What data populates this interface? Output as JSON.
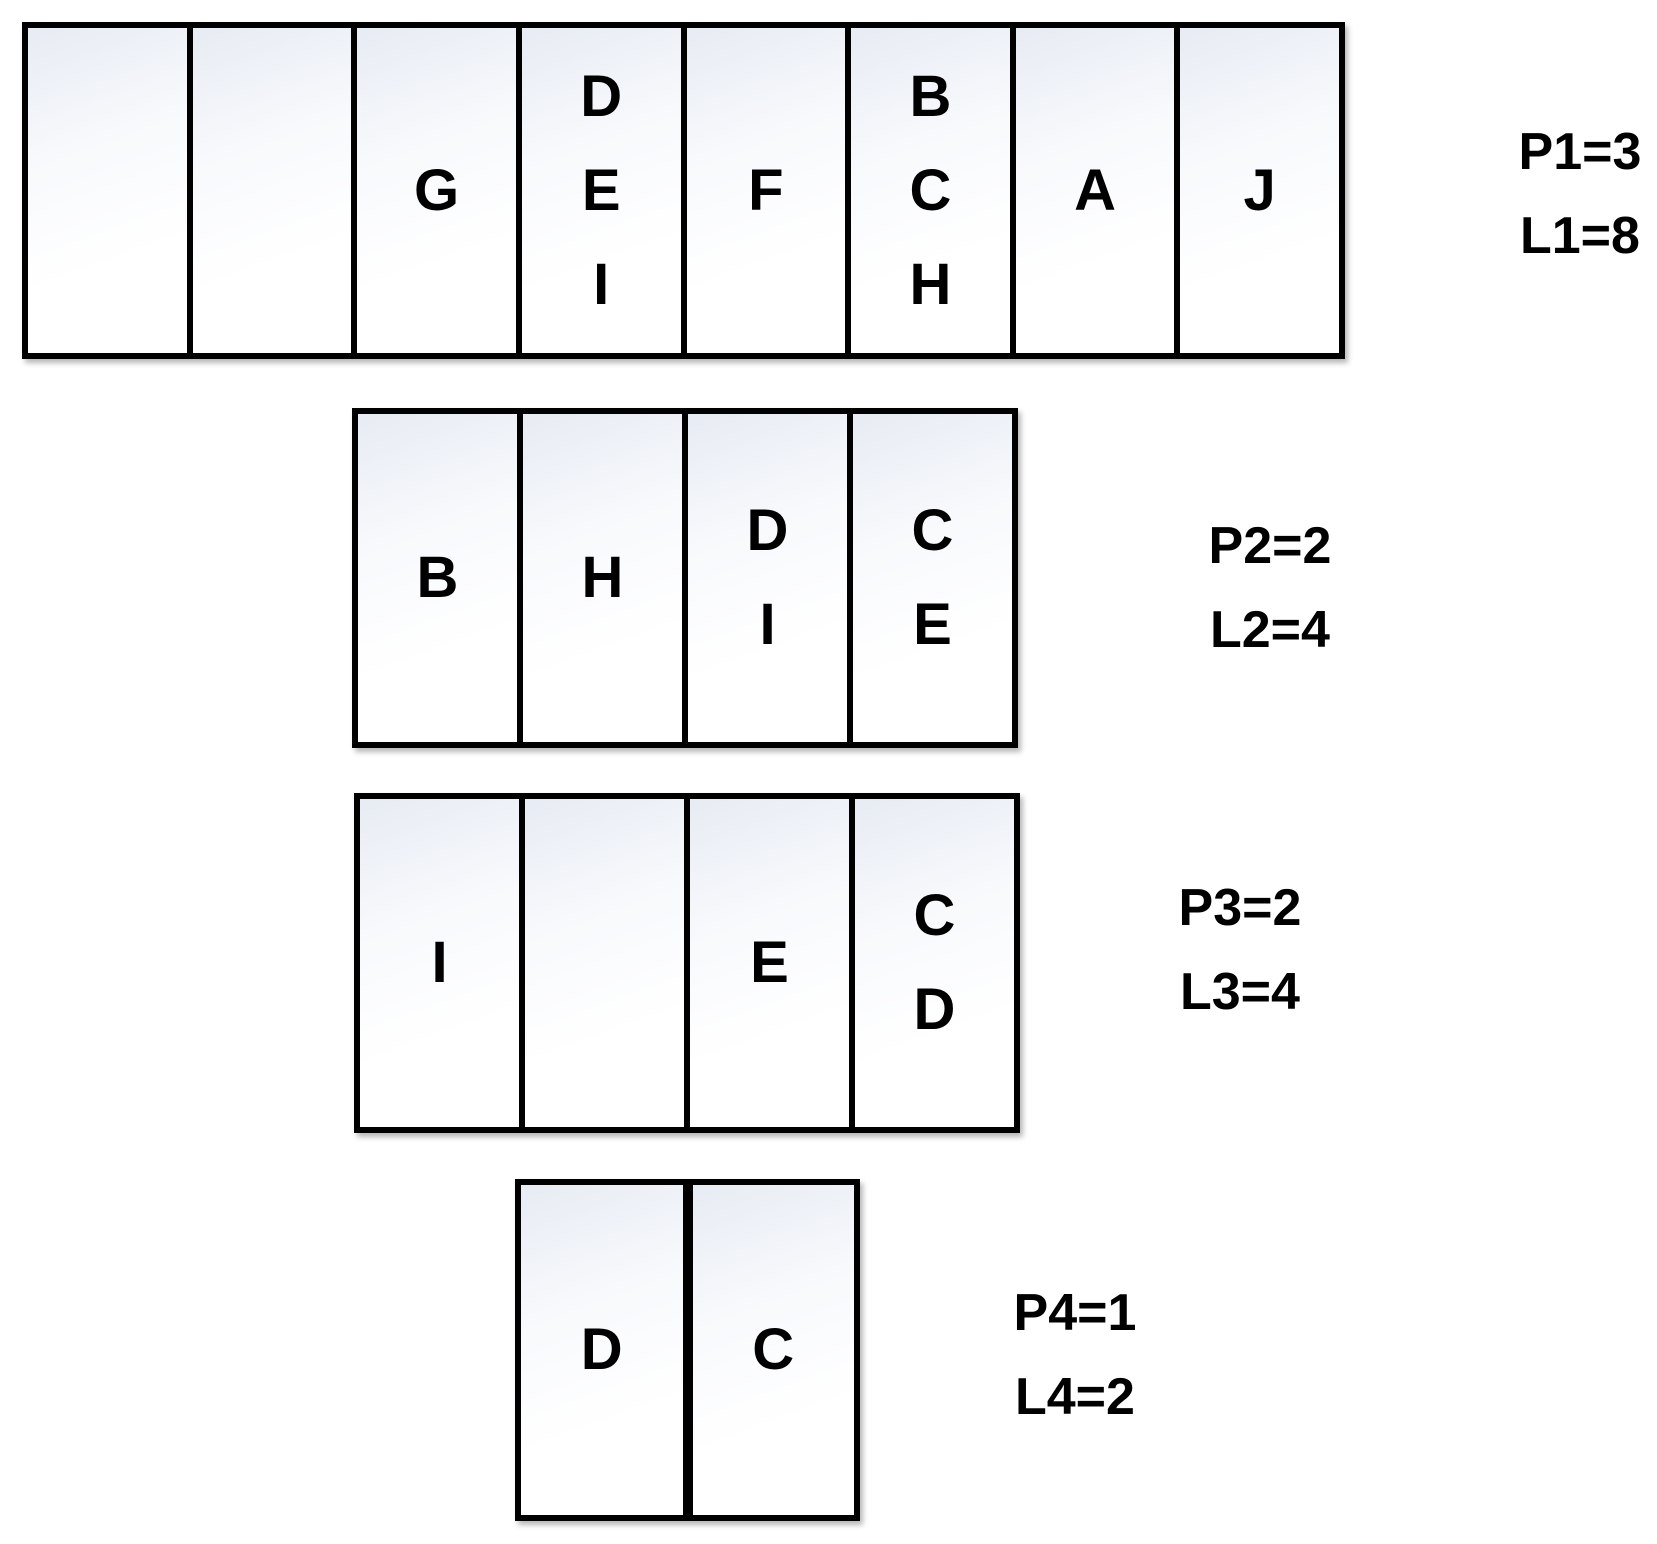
{
  "levels": [
    {
      "buckets": [
        [],
        [],
        [
          "G"
        ],
        [
          "D",
          "E",
          "I"
        ],
        [
          "F"
        ],
        [
          "B",
          "C",
          "H"
        ],
        [
          "A"
        ],
        [
          "J"
        ]
      ],
      "p_label": "P1=3",
      "l_label": "L1=8"
    },
    {
      "buckets": [
        [
          "B"
        ],
        [
          "H"
        ],
        [
          "D",
          "I"
        ],
        [
          "C",
          "E"
        ]
      ],
      "p_label": "P2=2",
      "l_label": "L2=4"
    },
    {
      "buckets": [
        [
          "I"
        ],
        [],
        [
          "E"
        ],
        [
          "C",
          "D"
        ]
      ],
      "p_label": "P3=2",
      "l_label": "L3=4"
    },
    {
      "buckets": [
        [
          "D"
        ],
        [
          "C"
        ]
      ],
      "p_label": "P4=1",
      "l_label": "L4=2"
    }
  ]
}
